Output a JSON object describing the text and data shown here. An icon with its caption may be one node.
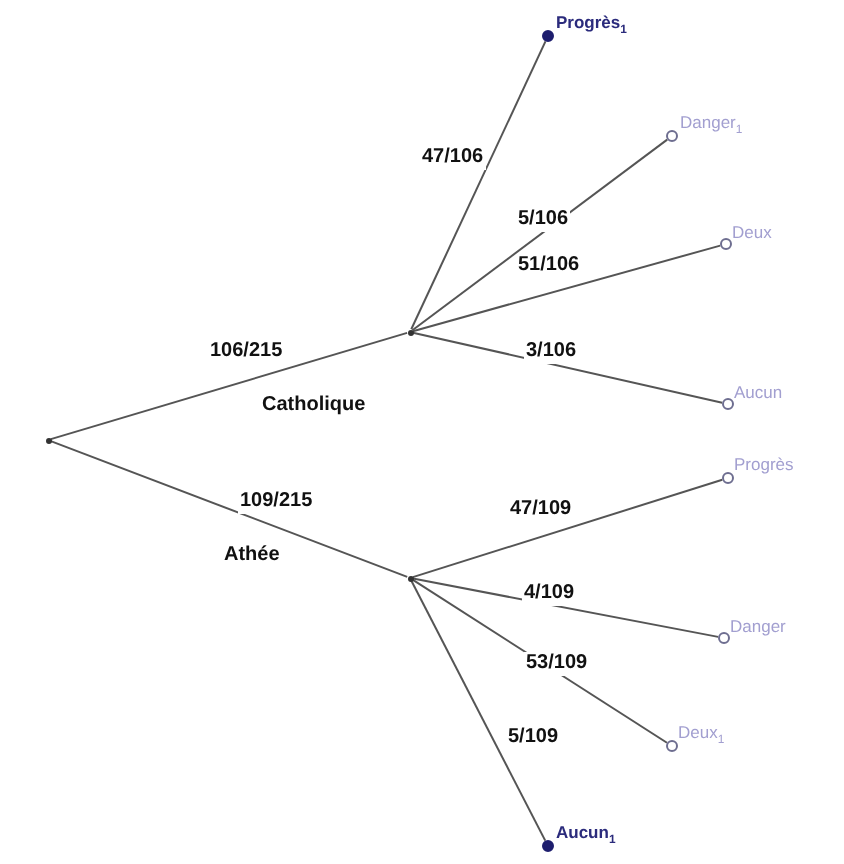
{
  "diagram": {
    "nodes": [
      {
        "text": [],
        "shape": "circle"
      },
      {
        "text": [],
        "shape": "circle"
      },
      {
        "text": [],
        "shape": "circle",
        "beside": [
          "Progrès$_{1}$"
        ]
      },
      {
        "text": [],
        "shape": "circle",
        "beside": [
          "Danger$_{1}$"
        ]
      },
      {
        "text": [],
        "shape": "circle",
        "beside": [
          "Deux"
        ]
      },
      {
        "text": [],
        "shape": "circle",
        "beside": [
          "Aucun"
        ]
      },
      {
        "text": [],
        "shape": "circle"
      },
      {
        "text": [],
        "shape": "circle",
        "beside": [
          "Progrès"
        ]
      },
      {
        "text": [],
        "shape": "circle",
        "beside": [
          "Danger"
        ]
      },
      {
        "text": [],
        "shape": "circle",
        "beside": [
          "Deux$_{1}$"
        ]
      },
      {
        "text": [],
        "shape": "circle",
        "beside": [
          "Aucun$_{1}$"
        ]
      }
    ],
    "edges": [
      {
        "from": 0,
        "to": 1,
        "arrow": "none",
        "label": "106/215"
      },
      {
        "from": 0,
        "to": 6,
        "arrow": "none",
        "label": "109/215"
      },
      {
        "from": 1,
        "to": 2,
        "arrow": "none",
        "label": "47/106"
      },
      {
        "from": 1,
        "to": 3,
        "arrow": "none",
        "label": "5/106"
      },
      {
        "from": 1,
        "to": 4,
        "arrow": "none",
        "label": "51/106"
      },
      {
        "from": 1,
        "to": 5,
        "arrow": "none",
        "label": "3/106"
      },
      {
        "from": 6,
        "to": 7,
        "arrow": "none",
        "label": "47/109"
      },
      {
        "from": 6,
        "to": 8,
        "arrow": "none",
        "label": "4/109"
      },
      {
        "from": 6,
        "to": 9,
        "arrow": "none",
        "label": "53/109"
      },
      {
        "from": 6,
        "to": 10,
        "arrow": "none",
        "label": "5/109"
      }
    ],
    "labels": [
      "Catholique",
      "Athée"
    ]
  }
}
